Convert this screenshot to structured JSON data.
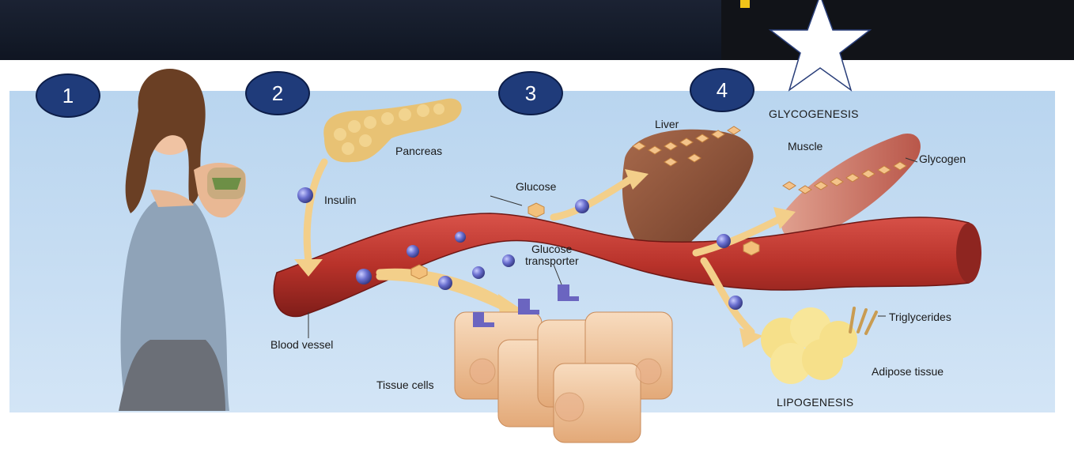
{
  "steps": [
    "1",
    "2",
    "3",
    "4"
  ],
  "labels": {
    "pancreas": "Pancreas",
    "insulin": "Insulin",
    "glucose": "Glucose",
    "glucose_transporter_line1": "Glucose",
    "glucose_transporter_line2": "transporter",
    "liver": "Liver",
    "glycogenesis": "GLYCOGENESIS",
    "muscle": "Muscle",
    "glycogen": "Glycogen",
    "triglycerides": "Triglycerides",
    "adipose_tissue": "Adipose tissue",
    "lipogenesis": "LIPOGENESIS",
    "blood_vessel": "Blood vessel",
    "tissue_cells": "Tissue cells"
  },
  "colors": {
    "header": "#141b29",
    "step_circle": "#1f3b7a",
    "panel_bg": "#c8def3",
    "vessel": "#b8322a",
    "arrow": "#f3cf8a",
    "molecule": "#5a5fb8",
    "cell": "#f2c9a1"
  }
}
